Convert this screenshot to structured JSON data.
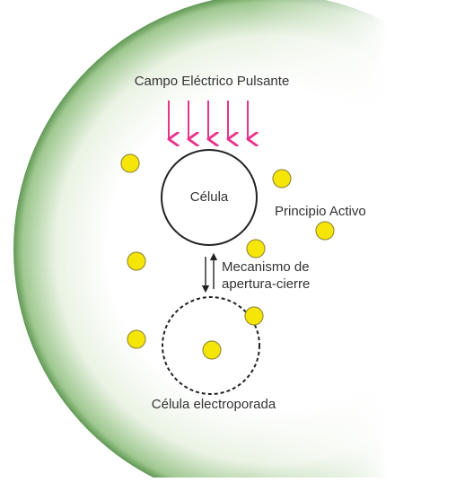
{
  "labels": {
    "field": "Campo Eléctrico Pulsante",
    "cell": "Célula",
    "active_ingredient": "Principio Activo",
    "mechanism_line1": "Mecanismo de",
    "mechanism_line2": "apertura-cierre",
    "electroporated_cell": "Célula electroporada"
  },
  "colors": {
    "arrow": "#e8338a",
    "particle_fill": "#f6e608",
    "particle_stroke": "#9a8f3a",
    "cell_stroke": "#222222",
    "backdrop_edge": "#4a8a3c"
  }
}
